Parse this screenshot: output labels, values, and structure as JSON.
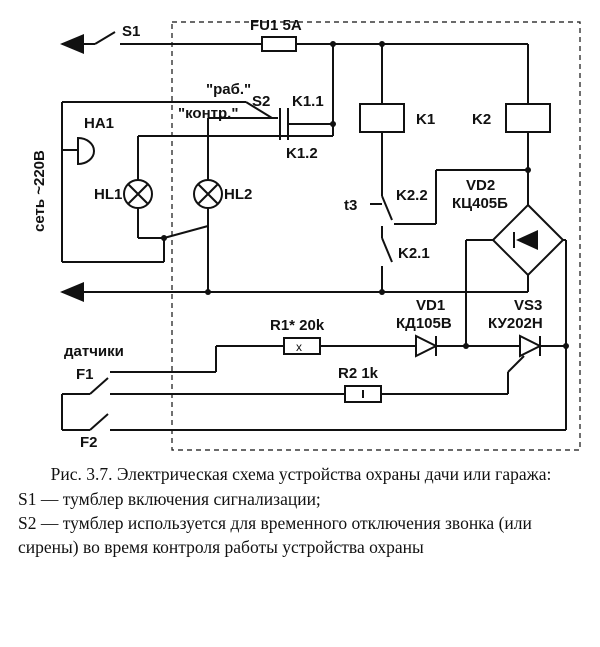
{
  "labels": {
    "s1": "S1",
    "fu1": "FU1 5A",
    "rab": "\"раб.\"",
    "kontr": "\"контр.\"",
    "s2": "S2",
    "k11": "K1.1",
    "k12": "K1.2",
    "k1": "K1",
    "k2": "K2",
    "ha1": "HA1",
    "set": "сеть ~220В",
    "hl1": "HL1",
    "hl2": "HL2",
    "t3": "t3",
    "k22": "K2.2",
    "k21": "K2.1",
    "vd2": "VD2",
    "vd2_type": "КЦ405Б",
    "vd1": "VD1",
    "vd1_type": "КД105В",
    "vs3": "VS3",
    "vs3_type": "КУ202Н",
    "r1": "R1* 20k",
    "r2": "R2 1k",
    "datchiki": "датчики",
    "f1": "F1",
    "f2": "F2"
  },
  "caption": {
    "title": "Рис. 3.7. Электрическая схема устройства охраны дачи или гаража:",
    "line1": "S1 — тумблер включения сигнализации;",
    "line2": "S2 — тумблер используется для временного отключения звонка (или сирены) во время контроля работы устройства охраны"
  }
}
